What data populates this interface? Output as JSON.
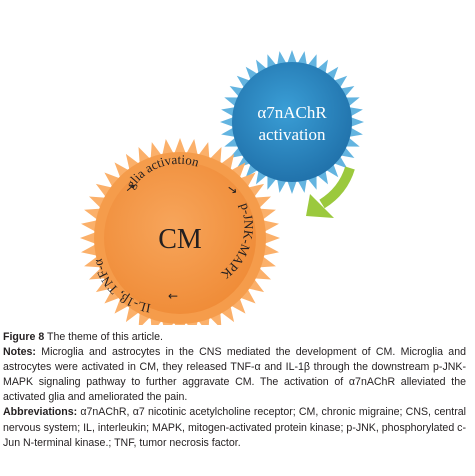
{
  "figure": {
    "blue_circle_label_line1": "α7nAChR",
    "blue_circle_label_line2": "activation",
    "orange_circle_label": "CM",
    "ring_text_top": "glia activation",
    "ring_text_right": "p-JNK-MAPK",
    "ring_text_left": "IL-1β, TNF-α",
    "arrows": [
      "→",
      "→",
      "←"
    ],
    "colors": {
      "orange": "#f39a4c",
      "orange_ring": "#fbb06a",
      "blue": "#2e90c8",
      "blue_ring": "#5fb3df",
      "green_arrow": "#9bc93d"
    }
  },
  "caption": {
    "title_label": "Figure 8",
    "title_text": "The theme of this article.",
    "notes_label": "Notes:",
    "notes_text": "Microglia and astrocytes in the CNS mediated the development of CM. Microglia and astrocytes were activated in CM, they released TNF-α and IL-1β through the downstream p-JNK-MAPK signaling pathway to further aggravate CM. The activation of α7nAChR alleviated the activated glia and ameliorated the pain.",
    "abbrev_label": "Abbreviations:",
    "abbrev_text": "α7nAChR, α7 nicotinic acetylcholine receptor; CM, chronic migraine; CNS, central nervous system; IL, interleukin; MAPK, mitogen-activated protein kinase; p-JNK, phosphorylated c-Jun N-terminal kinase.; TNF, tumor necrosis factor."
  }
}
